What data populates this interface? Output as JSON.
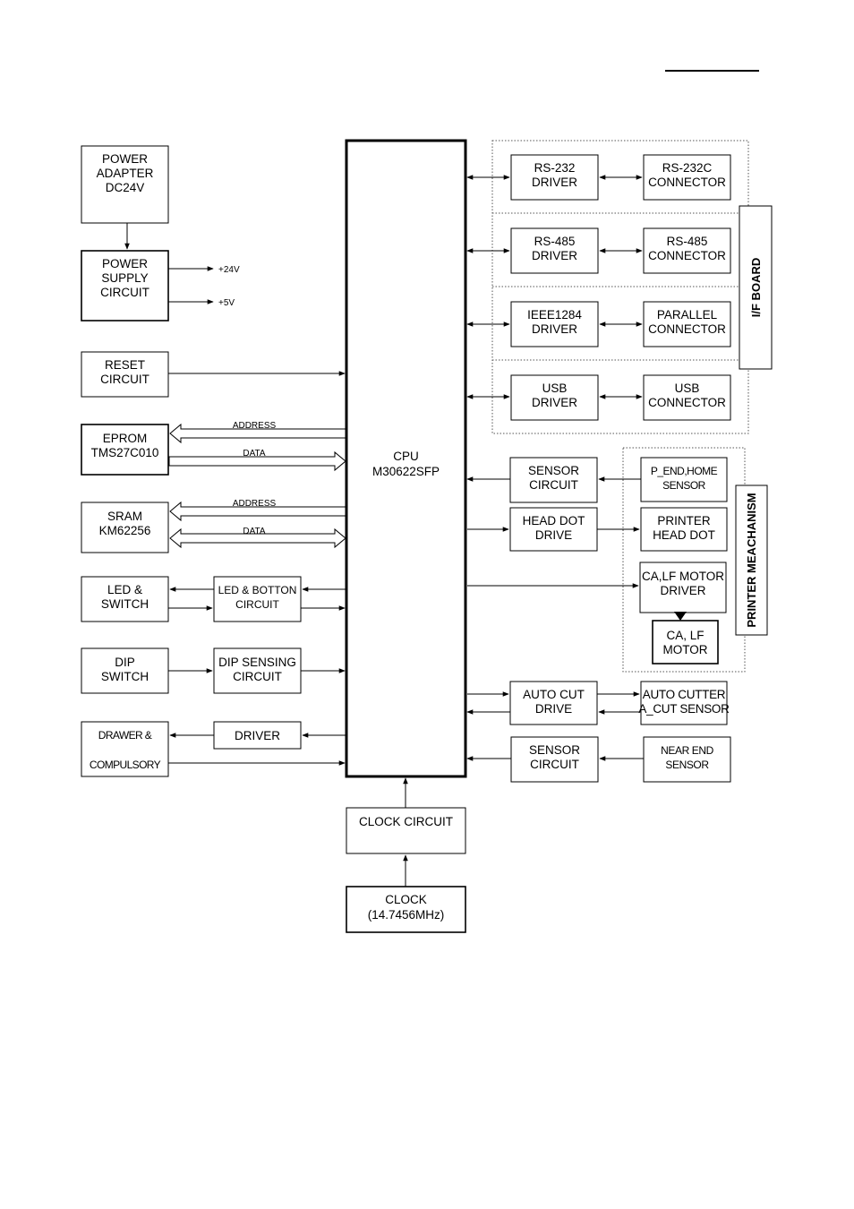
{
  "cpu": [
    "CPU",
    "M30622SFP"
  ],
  "left": {
    "power_adapter": [
      "POWER",
      "ADAPTER",
      "DC24V"
    ],
    "power_supply": [
      "POWER",
      "SUPPLY",
      "CIRCUIT"
    ],
    "v24": "+24V",
    "v5": "+5V",
    "reset": [
      "RESET",
      "CIRCUIT"
    ],
    "eprom": [
      "EPROM",
      "TMS27C010"
    ],
    "sram": [
      "SRAM",
      "KM62256"
    ],
    "address": "ADDRESS",
    "data": "DATA",
    "led_switch": [
      "LED &",
      "SWITCH"
    ],
    "led_button": [
      "LED & BOTTON",
      "CIRCUIT"
    ],
    "dip_switch": [
      "DIP",
      "SWITCH"
    ],
    "dip_sensing": [
      "DIP SENSING",
      "CIRCUIT"
    ],
    "drawer": [
      "DRAWER &",
      "COMPULSORY"
    ],
    "driver": "DRIVER"
  },
  "interface": {
    "rs232_driver": [
      "RS-232",
      "DRIVER"
    ],
    "rs232_connector": [
      "RS-232C",
      "CONNECTOR"
    ],
    "rs485_driver": [
      "RS-485",
      "DRIVER"
    ],
    "rs485_connector": [
      "RS-485",
      "CONNECTOR"
    ],
    "ieee_driver": [
      "IEEE1284",
      "DRIVER"
    ],
    "parallel_connector": [
      "PARALLEL",
      "CONNECTOR"
    ],
    "usb_driver": [
      "USB",
      "DRIVER"
    ],
    "usb_connector": [
      "USB",
      "CONNECTOR"
    ],
    "board_label": "I/F BOARD"
  },
  "printer": {
    "sensor_circuit": [
      "SENSOR",
      "CIRCUIT"
    ],
    "pend_sensor": [
      "P_END,HOME",
      "SENSOR"
    ],
    "head_dot_drive": [
      "HEAD DOT",
      "DRIVE"
    ],
    "printer_head": [
      "PRINTER",
      "HEAD DOT"
    ],
    "motor_driver": [
      "CA,LF MOTOR",
      "DRIVER"
    ],
    "motor": [
      "CA, LF",
      "MOTOR"
    ],
    "mechanism_label": "PRINTER MEACHANISM"
  },
  "lower_right": {
    "auto_cut_drive": [
      "AUTO CUT",
      "DRIVE"
    ],
    "auto_cutter": [
      "AUTO CUTTER",
      "A_CUT SENSOR"
    ],
    "sensor_circuit2": [
      "SENSOR",
      "CIRCUIT"
    ],
    "near_end": [
      "NEAR END",
      "SENSOR"
    ]
  },
  "clock_circuit": "CLOCK CIRCUIT",
  "clock": [
    "CLOCK",
    "(14.7456MHz)"
  ]
}
